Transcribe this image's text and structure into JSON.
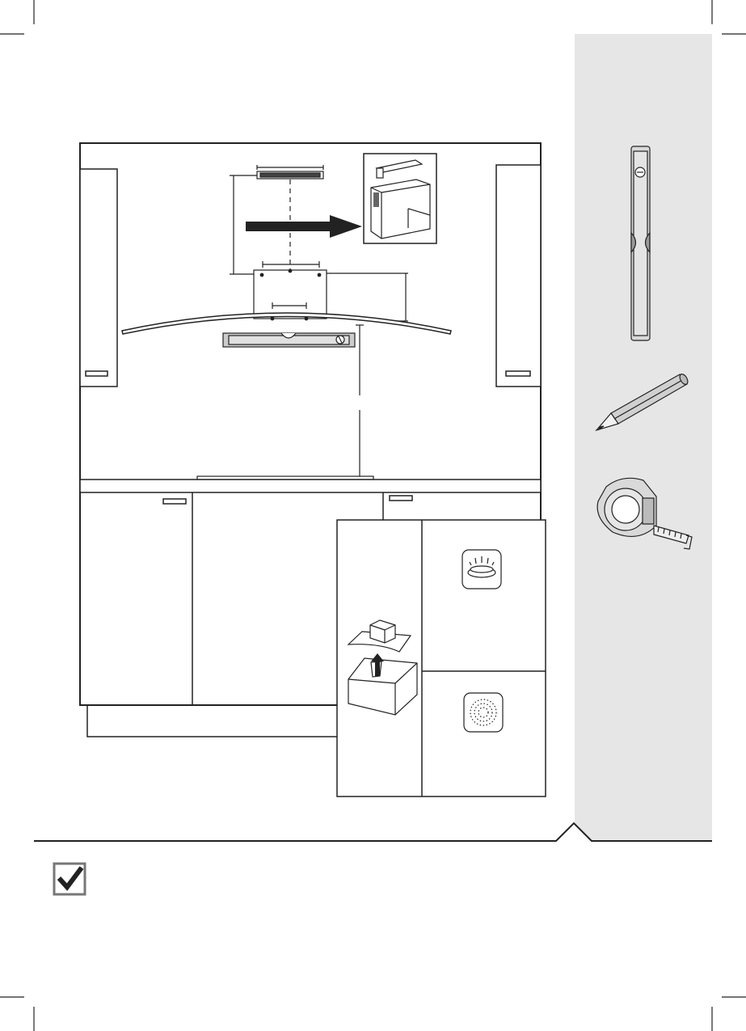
{
  "page": {
    "background": "#ffffff",
    "tool_panel_color": "#e6e6e6",
    "line_color": "#222222"
  },
  "diagram": {
    "scene": "kitchen-wall-with-cooker-hood-installation",
    "parts": [
      "wall-cabinet-left",
      "wall-cabinet-right",
      "chimney-bracket",
      "chimney-inset",
      "hood-support",
      "curved-glass-canopy",
      "hob",
      "worktop",
      "base-cabinets",
      "plinth"
    ]
  },
  "inset": {
    "icons": [
      "unpack-icon",
      "gas-hob-icon",
      "induction-hob-icon"
    ]
  },
  "tools": {
    "items": [
      "spirit-level-icon",
      "pencil-icon",
      "tape-measure-icon"
    ]
  },
  "footer": {
    "checkbox_state": "checked"
  }
}
